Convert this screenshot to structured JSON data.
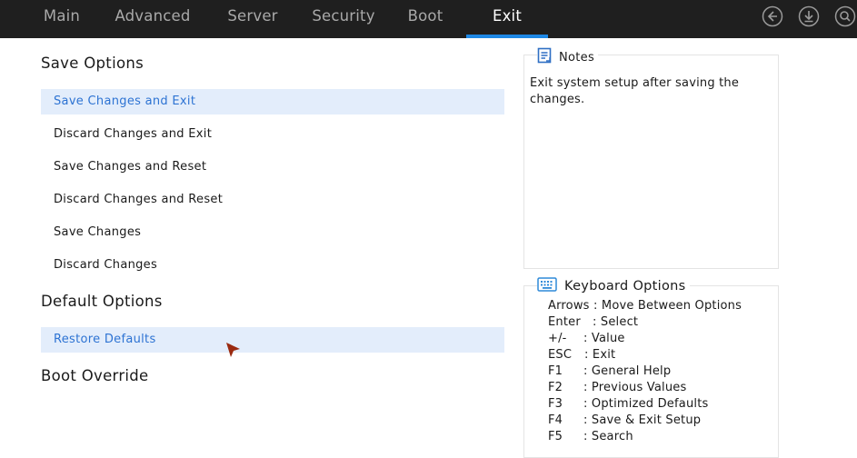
{
  "tabs": [
    {
      "label": "Main",
      "active": false
    },
    {
      "label": "Advanced",
      "active": false
    },
    {
      "label": "Server",
      "active": false
    },
    {
      "label": "Security",
      "active": false
    },
    {
      "label": "Boot",
      "active": false
    },
    {
      "label": "Exit",
      "active": true
    }
  ],
  "toolbar": {
    "icons": [
      "back-icon",
      "download-icon",
      "search-icon"
    ]
  },
  "sections": {
    "save_options": {
      "title": "Save Options",
      "items": [
        "Save Changes and Exit",
        "Discard Changes and Exit",
        "Save Changes and Reset",
        "Discard Changes and Reset",
        "Save Changes",
        "Discard Changes"
      ]
    },
    "default_options": {
      "title": "Default Options",
      "items": [
        "Restore Defaults"
      ]
    },
    "boot_override": {
      "title": "Boot Override"
    }
  },
  "notes": {
    "title": "Notes",
    "text": "Exit system setup after saving the changes."
  },
  "keyboard": {
    "title": "Keyboard Options",
    "rows": [
      {
        "key": "Arrows",
        "desc": ": Move Between Options"
      },
      {
        "key": "Enter",
        "desc": ": Select"
      },
      {
        "key": "+/-",
        "desc": ": Value"
      },
      {
        "key": "ESC",
        "desc": ": Exit"
      },
      {
        "key": "F1",
        "desc": ": General Help"
      },
      {
        "key": "F2",
        "desc": ": Previous Values"
      },
      {
        "key": "F3",
        "desc": ": Optimized Defaults"
      },
      {
        "key": "F4",
        "desc": ": Save & Exit Setup"
      },
      {
        "key": "F5",
        "desc": ": Search"
      }
    ]
  },
  "colors": {
    "accent": "#1e88e5",
    "highlight_bg": "#e3edfb",
    "highlight_text": "#2d73d3",
    "topbar_bg": "#1f1f1f",
    "cursor": "#9a2a10"
  }
}
